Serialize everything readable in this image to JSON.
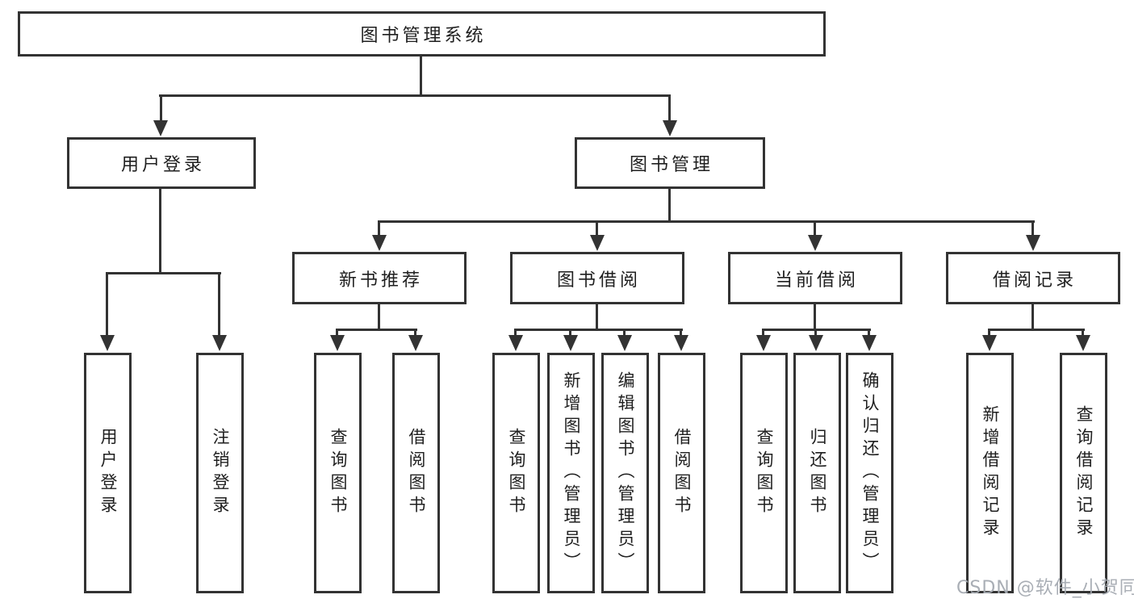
{
  "diagram_title": "图书管理系统",
  "tree": {
    "root": {
      "label": "图书管理系统"
    },
    "branches": {
      "user_login": {
        "label": "用户登录",
        "leaves": [
          "用户登录",
          "注销登录"
        ]
      },
      "book_mgmt": {
        "label": "图书管理",
        "groups": [
          {
            "label": "新书推荐",
            "leaves": [
              "查询图书",
              "借阅图书"
            ]
          },
          {
            "label": "图书借阅",
            "leaves": [
              "查询图书",
              "新增图书（管理员）",
              "编辑图书（管理员）",
              "借阅图书"
            ]
          },
          {
            "label": "当前借阅",
            "leaves": [
              "查询图书",
              "归还图书",
              "确认归还（管理员）"
            ]
          },
          {
            "label": "借阅记录",
            "leaves": [
              "新增借阅记录",
              "查询借阅记录"
            ]
          }
        ]
      }
    }
  },
  "watermark": {
    "text": "CSDN @软件_小贺同学",
    "color": "#a4aab1"
  },
  "colors": {
    "line": "#333333",
    "text": "#1f1f1f",
    "box_background": "#ffffff",
    "page_background": "#ffffff"
  }
}
